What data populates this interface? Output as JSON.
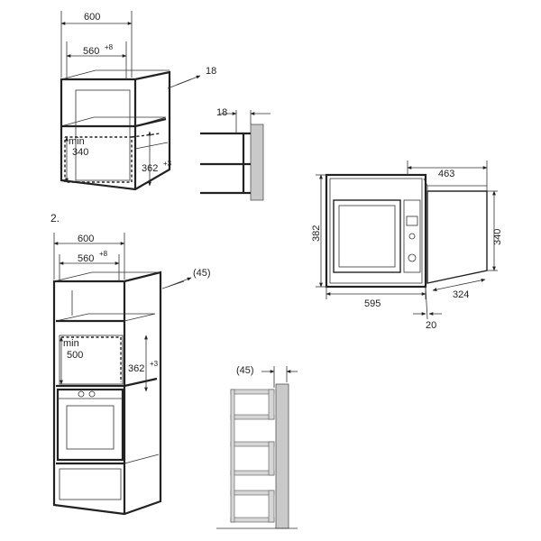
{
  "figure1": {
    "width": "600",
    "inner_width": "560",
    "inner_width_tol": "+8",
    "side_thickness": "18",
    "min_label": "min",
    "min_value": "340",
    "opening_height": "362",
    "opening_height_tol": "+3",
    "bracket_thickness": "18"
  },
  "step_label": "2.",
  "figure2": {
    "width": "600",
    "inner_width": "560",
    "inner_width_tol": "+8",
    "side_thickness": "(45)",
    "min_label": "min",
    "min_value": "500",
    "opening_height": "362",
    "opening_height_tol": "+3",
    "bracket_thickness": "(45)"
  },
  "appliance": {
    "depth_total": "463",
    "height_front": "382",
    "height_body": "340",
    "width_front": "595",
    "depth_body": "324",
    "frame_offset": "20"
  }
}
